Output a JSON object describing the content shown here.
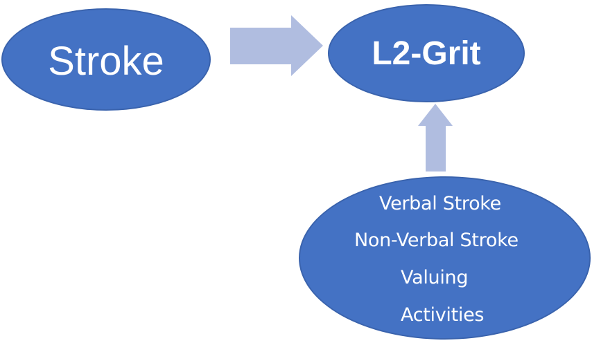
{
  "colors": {
    "node_fill": "#4472c4",
    "node_stroke": "#3a63ad",
    "arrow_fill": "#b0bde0",
    "text": "#ffffff"
  },
  "nodes": {
    "stroke": {
      "label": "Stroke"
    },
    "grit": {
      "label": "L2-Grit"
    },
    "components": {
      "items": [
        "Verbal Stroke",
        "Non-Verbal Stroke",
        "Valuing",
        "Activities"
      ]
    }
  },
  "edges": [
    {
      "from": "stroke",
      "to": "grit",
      "direction": "right"
    },
    {
      "from": "components",
      "to": "grit",
      "direction": "up"
    }
  ]
}
